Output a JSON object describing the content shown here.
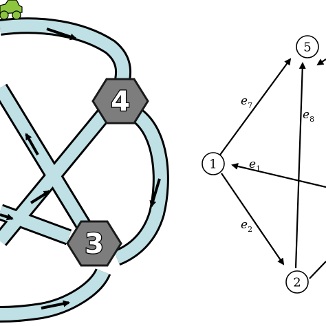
{
  "road_map": {
    "intersections": [
      {
        "id": "hex-4",
        "label": "4"
      },
      {
        "id": "hex-3",
        "label": "3"
      }
    ],
    "road_color": "#bfe0e4",
    "hex_color": "#7d7d7d",
    "car_color": "#8cc63f"
  },
  "graph": {
    "nodes": [
      {
        "id": "1",
        "label": "1"
      },
      {
        "id": "2",
        "label": "2"
      },
      {
        "id": "5",
        "label": "5"
      }
    ],
    "edges": [
      {
        "id": "e1",
        "symbol": "e",
        "sub": "1"
      },
      {
        "id": "e2",
        "symbol": "e",
        "sub": "2"
      },
      {
        "id": "e7",
        "symbol": "e",
        "sub": "7"
      },
      {
        "id": "e8",
        "symbol": "e",
        "sub": "8"
      }
    ]
  }
}
